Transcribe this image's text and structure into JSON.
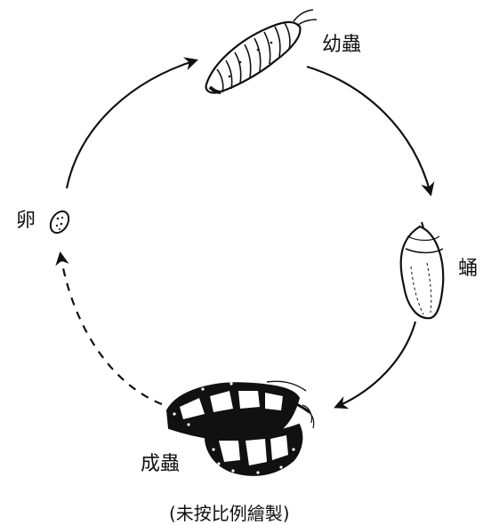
{
  "labels": {
    "larva": "幼蟲",
    "pupa": "蛹",
    "egg": "卵",
    "adult": "成蟲"
  },
  "note": "(未按比例繪製)",
  "stages": [
    "卵",
    "幼蟲",
    "蛹",
    "成蟲"
  ]
}
